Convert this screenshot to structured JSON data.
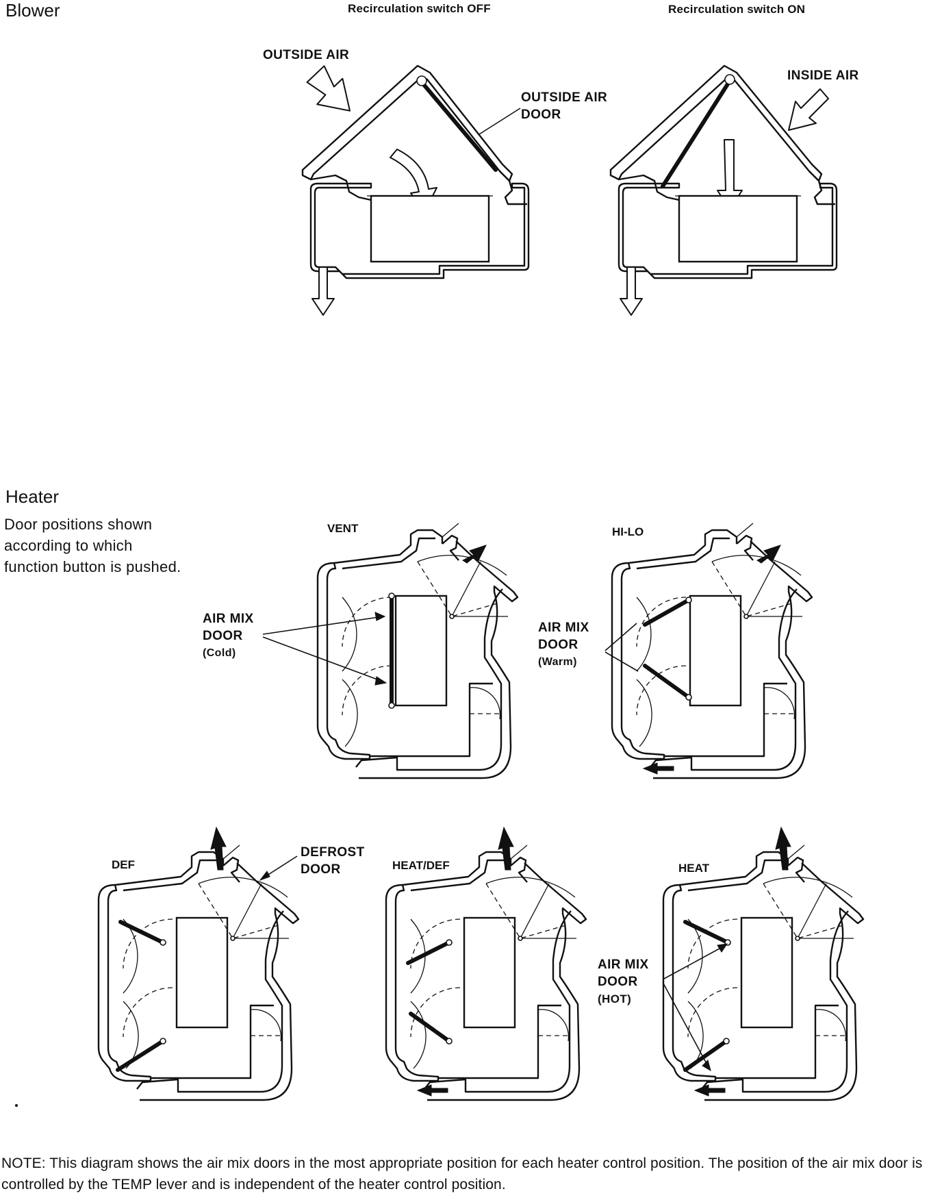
{
  "blower": {
    "title": "Blower",
    "header_off": "Recirculation switch OFF",
    "header_on": "Recirculation switch ON",
    "outside_air": "OUTSIDE AIR",
    "outside_air_door_1": "OUTSIDE AIR",
    "outside_air_door_2": "DOOR",
    "inside_air": "INSIDE AIR"
  },
  "heater": {
    "title": "Heater",
    "description": "Door positions shown according to which function button is pushed.",
    "vent": {
      "label": "VENT",
      "air_mix_1": "AIR MIX",
      "air_mix_2": "DOOR",
      "air_mix_3": "(Cold)"
    },
    "hilo": {
      "label": "HI-LO",
      "air_mix_1": "AIR MIX",
      "air_mix_2": "DOOR",
      "air_mix_3": "(Warm)"
    },
    "def": {
      "label": "DEF",
      "defrost_1": "DEFROST",
      "defrost_2": "DOOR"
    },
    "heatdef": {
      "label": "HEAT/DEF"
    },
    "heat": {
      "label": "HEAT",
      "air_mix_1": "AIR MIX",
      "air_mix_2": "DOOR",
      "air_mix_3": "(HOT)"
    }
  },
  "note": "NOTE:  This diagram shows the air mix doors in the most appropriate position for each heater control position. The position of the air mix door is controlled by the TEMP lever and is independent of the heater control position."
}
